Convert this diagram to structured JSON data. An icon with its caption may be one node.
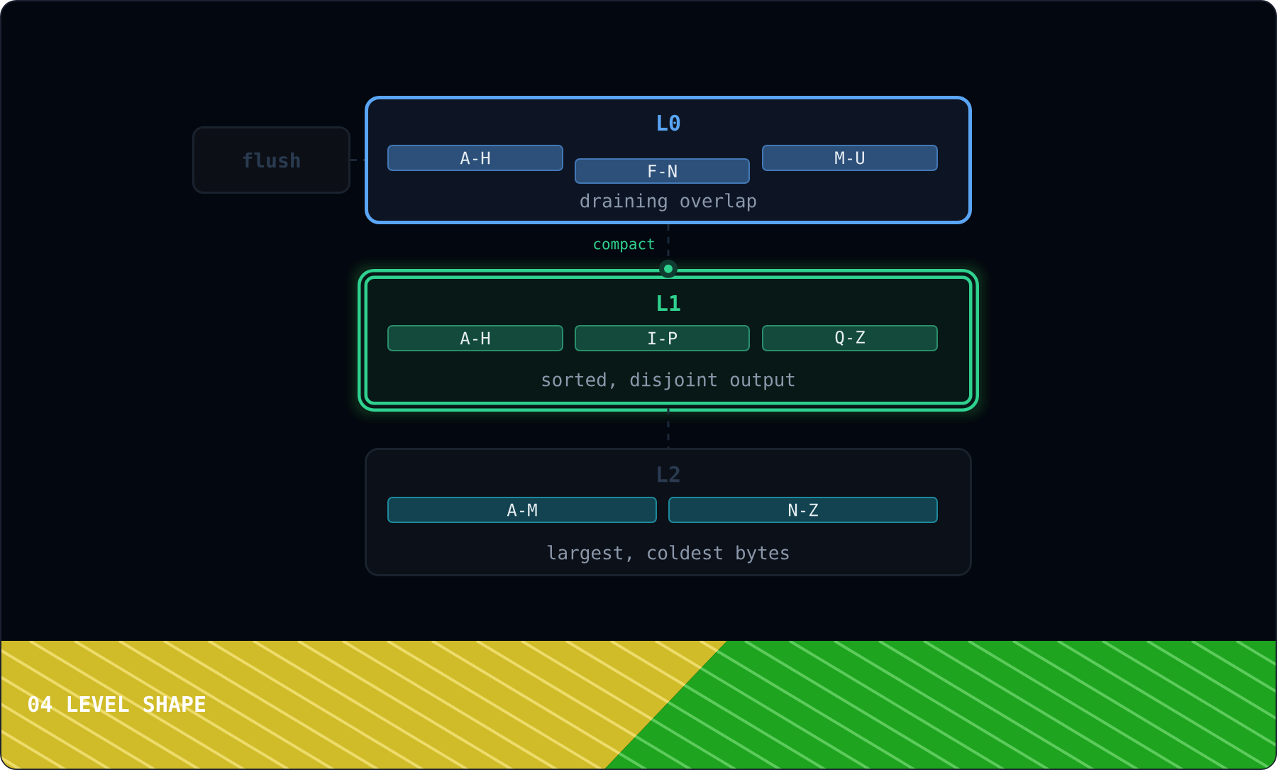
{
  "diagram": {
    "caption": "04 LEVEL SHAPE",
    "nodes": [
      {
        "text": [
          "flush"
        ]
      },
      {
        "text": [
          "L0",
          "draining overlap"
        ]
      },
      {
        "text": [
          "A-H"
        ],
        "in": 1
      },
      {
        "text": [
          "F-N"
        ],
        "in": 1
      },
      {
        "text": [
          "M-U"
        ],
        "in": 1
      },
      {
        "text": [
          "L1",
          "sorted, disjoint output"
        ]
      },
      {
        "text": [
          "A-H"
        ],
        "in": 5
      },
      {
        "text": [
          "I-P"
        ],
        "in": 5
      },
      {
        "text": [
          "Q-Z"
        ],
        "in": 5
      },
      {
        "text": [
          "L2",
          "largest, coldest bytes"
        ]
      },
      {
        "text": [
          "A-M"
        ],
        "in": 9
      },
      {
        "text": [
          "N-Z"
        ],
        "in": 9
      }
    ],
    "edges": [
      {
        "from": 0,
        "to": 1,
        "arrow": "none",
        "style": "dashed"
      },
      {
        "from": 1,
        "to": 5,
        "arrow": "other",
        "label": "compact",
        "style": "dashed"
      },
      {
        "from": 5,
        "to": 9,
        "arrow": "none",
        "style": "dashed"
      }
    ]
  }
}
